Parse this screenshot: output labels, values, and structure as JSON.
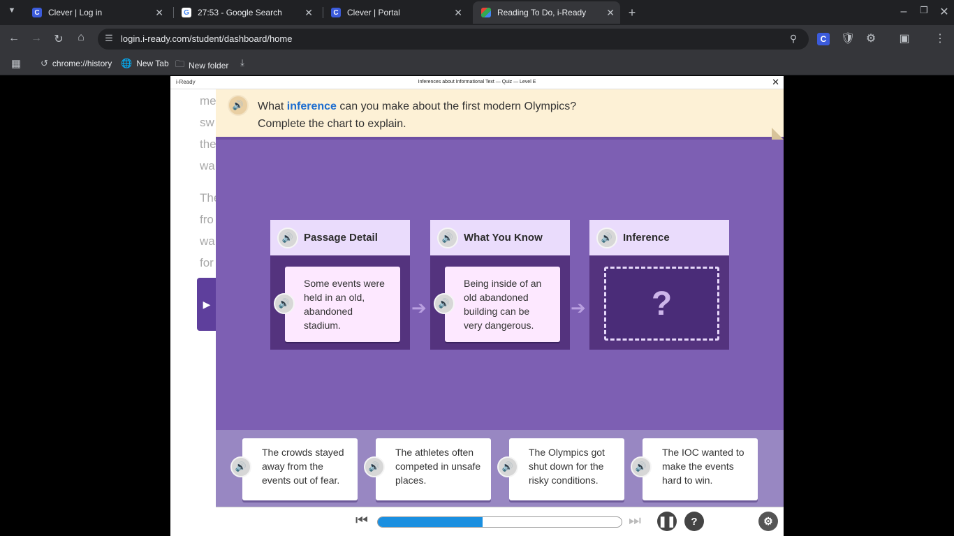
{
  "browser": {
    "tabs": [
      {
        "title": "Clever | Log in",
        "favicon": "C",
        "color": "#3b5bdb"
      },
      {
        "title": "27:53 - Google Search",
        "favicon": "G",
        "color": "#ffffff"
      },
      {
        "title": "Clever | Portal",
        "favicon": "C",
        "color": "#3b5bdb"
      },
      {
        "title": "Reading To Do, i-Ready",
        "favicon": "■",
        "color": "#34a853"
      }
    ],
    "new_tab_icon": "plus-icon",
    "url": "login.i-ready.com/student/dashboard/home",
    "bookmarks": [
      {
        "label": "chrome://history",
        "icon": "history-icon"
      },
      {
        "label": "New Tab",
        "icon": "globe-icon"
      },
      {
        "label": "New folder",
        "icon": "folder-icon"
      }
    ]
  },
  "activity": {
    "brand": "i-Ready",
    "title": "Inferences about Informational Text — Quiz — Level E",
    "passage_lines": [
      "me",
      "sw",
      "the",
      "wa",
      "",
      "The",
      "fro",
      "wa",
      "for"
    ],
    "question_pre": "What ",
    "question_keyword": "inference",
    "question_post": " can you make about the first modern Olympics?",
    "question_line2": "Complete the chart to explain.",
    "columns": [
      {
        "header": "Passage Detail",
        "text": "Some events were held in an old, abandoned stadium."
      },
      {
        "header": "What You Know",
        "text": "Being inside of an old abandoned building can be very dangerous."
      },
      {
        "header": "Inference",
        "placeholder": "?"
      }
    ],
    "answers": [
      "The crowds stayed away from the events out of fear.",
      "The athletes often competed in unsafe places.",
      "The Olympics got shut down for the risky conditions.",
      "The IOC wanted to make the events hard to win."
    ],
    "progress_fraction": 0.43
  }
}
